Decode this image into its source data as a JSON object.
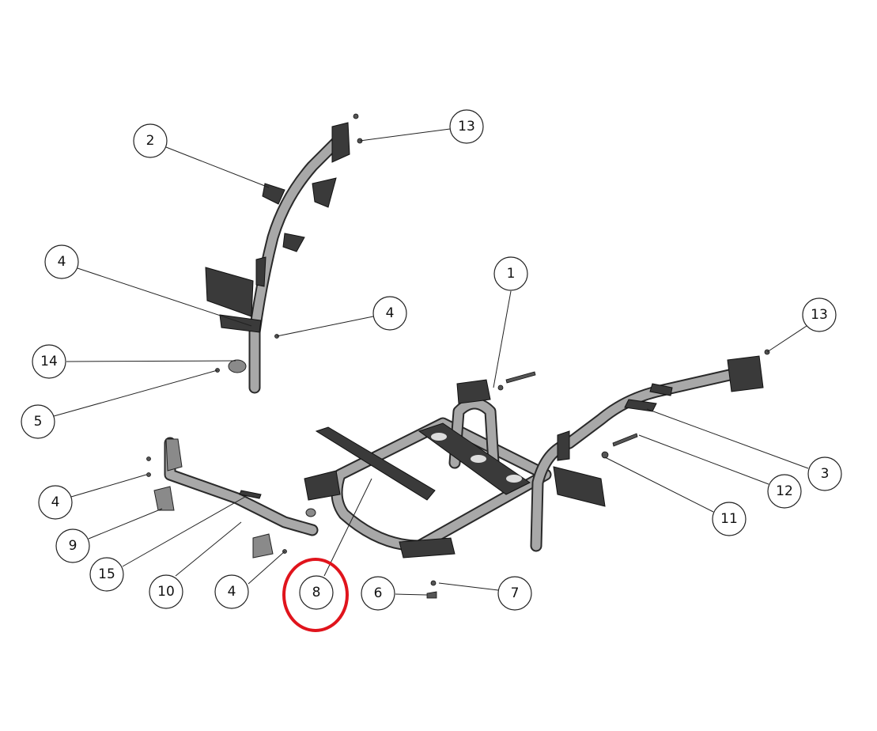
{
  "diagram": {
    "type": "exploded-parts-drawing",
    "highlight_color": "#e0141c",
    "highlighted_callout": "8",
    "callouts": [
      {
        "label": "1"
      },
      {
        "label": "2"
      },
      {
        "label": "3"
      },
      {
        "label": "4"
      },
      {
        "label": "4"
      },
      {
        "label": "4"
      },
      {
        "label": "4"
      },
      {
        "label": "5"
      },
      {
        "label": "6"
      },
      {
        "label": "7"
      },
      {
        "label": "8"
      },
      {
        "label": "9"
      },
      {
        "label": "10"
      },
      {
        "label": "11"
      },
      {
        "label": "12"
      },
      {
        "label": "13"
      },
      {
        "label": "13"
      },
      {
        "label": "14"
      },
      {
        "label": "15"
      }
    ]
  }
}
